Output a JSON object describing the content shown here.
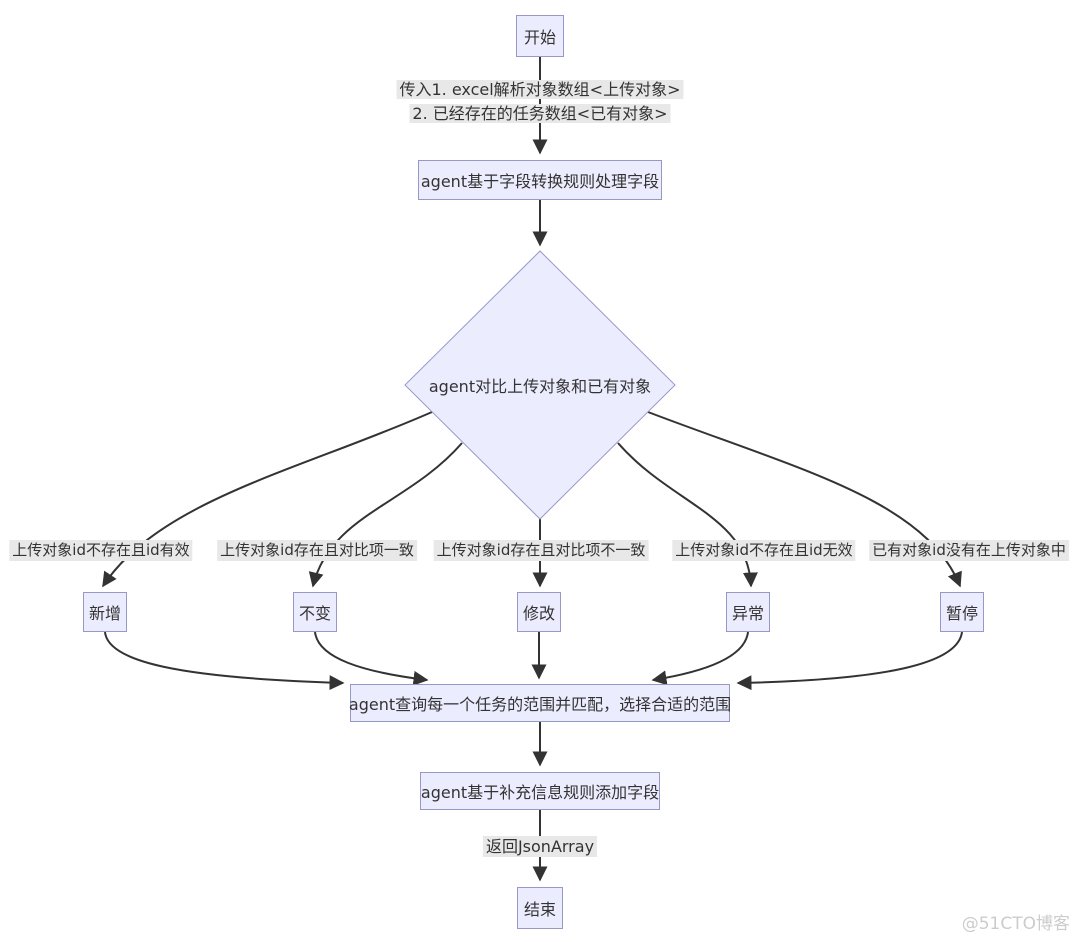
{
  "diagram": {
    "type": "flowchart",
    "nodes": {
      "start": "开始",
      "process_fields": "agent基于字段转换规则处理字段",
      "decision": "agent对比上传对象和已有对象",
      "add": "新增",
      "unchanged": "不变",
      "modify": "修改",
      "abnormal": "异常",
      "pause": "暂停",
      "match_scope": "agent查询每一个任务的范围并匹配，选择合适的范围",
      "supplement": "agent基于补充信息规则添加字段",
      "end": "结束"
    },
    "edge_labels": {
      "input_line1": "传入1. excel解析对象数组<上传对象>",
      "input_line2": "2. 已经存在的任务数组<已有对象>",
      "branch_add": "上传对象id不存在且id有效",
      "branch_unchanged": "上传对象id存在且对比项一致",
      "branch_modify": "上传对象id存在且对比项不一致",
      "branch_abnormal": "上传对象id不存在且id无效",
      "branch_pause": "已有对象id没有在上传对象中",
      "return": "返回JsonArray"
    },
    "colors": {
      "node_fill": "#ECECFF",
      "node_border": "#9898C8",
      "edge": "#333333",
      "edge_label_bg": "#E8E8E8",
      "watermark": "#CCCCCC",
      "background": "#FFFFFF"
    },
    "watermark": "@51CTO博客"
  }
}
